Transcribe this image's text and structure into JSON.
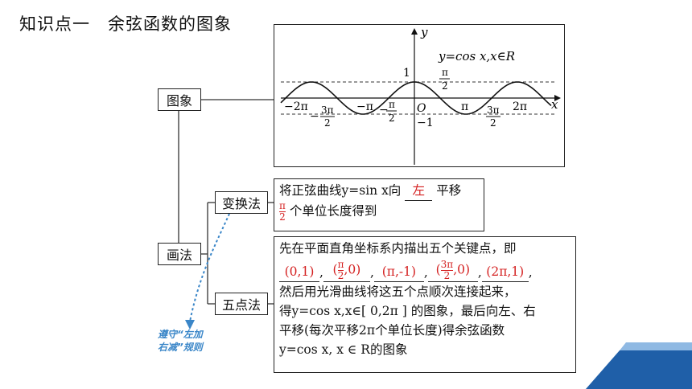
{
  "title": "知识点一　余弦函数的图象",
  "graph": {
    "label": "图象",
    "function_label": "y=cos x,x∈R",
    "x_axis": "x",
    "y_axis": "y",
    "origin": "O",
    "y_one": "1",
    "y_neg_one": "−1",
    "ticks": [
      "−2π",
      "−3π/2",
      "−π",
      "−π/2",
      "π/2",
      "π",
      "3π/2",
      "2π"
    ]
  },
  "method": {
    "label": "画法",
    "transform": {
      "label": "变换法",
      "line1_before": "将正弦曲线y=sin x向",
      "answer_dir": "左",
      "line1_after": "平移",
      "frac_num": "π",
      "frac_den": "2",
      "line2": "个单位长度得到"
    },
    "five_point": {
      "label": "五点法",
      "line1": "先在平面直角坐标系内描出五个关键点，即",
      "points": [
        "(0,1)",
        "(π/2,0)",
        "(π,-1)",
        "(3π/2,0)",
        "(2π,1)"
      ],
      "line3": "然后用光滑曲线将这五个点顺次连接起来，",
      "line4": "得y=cos x,x∈[ 0,2π ] 的图象，最后向左、右",
      "line5": "平移(每次平移2π个单位长度)得余弦函数",
      "line6": "y=cos x, x ∈ R的图象"
    }
  },
  "note": {
    "line1": "遵守“左加",
    "line2": "右减”规则"
  },
  "colors": {
    "answer": "#d42020",
    "note": "#3a86c8",
    "corner": "#1f5fa8"
  }
}
